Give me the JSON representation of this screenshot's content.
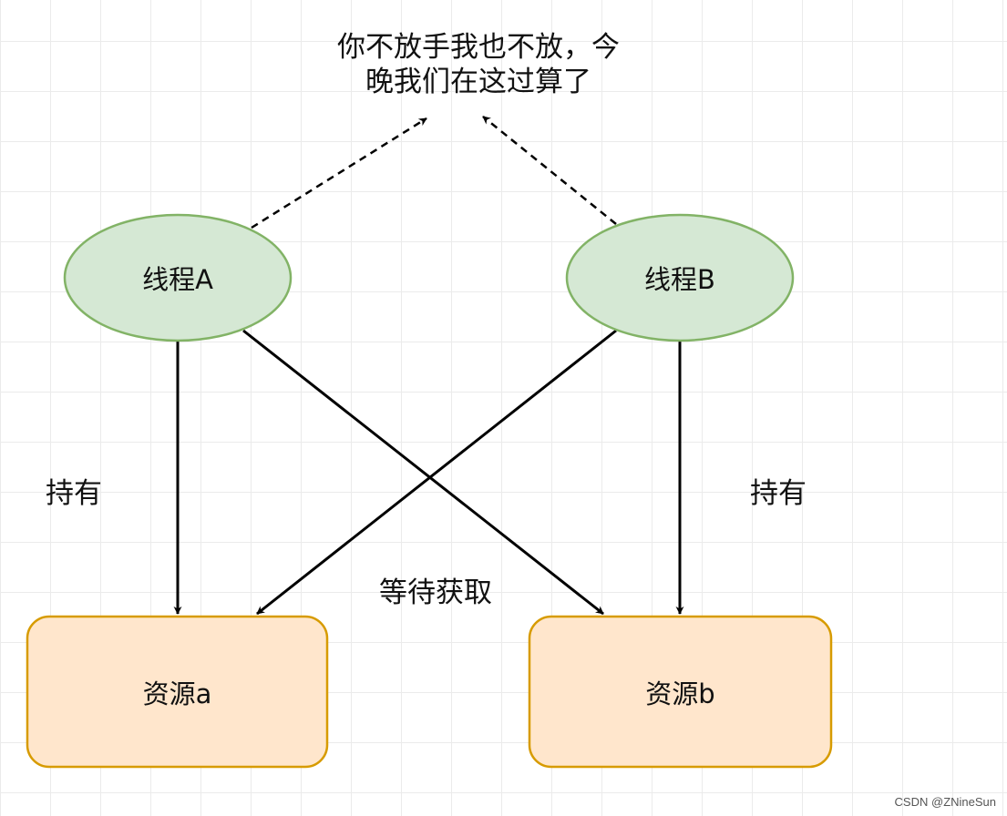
{
  "notes": {
    "deadlock_line1": "你不放手我也不放，今",
    "deadlock_line2": "晚我们在这过算了"
  },
  "nodes": {
    "thread_a": "线程A",
    "thread_b": "线程B",
    "resource_a": "资源a",
    "resource_b": "资源b"
  },
  "edge_labels": {
    "hold_left": "持有",
    "hold_right": "持有",
    "waiting": "等待获取"
  },
  "watermark": "CSDN @ZNineSun",
  "colors": {
    "thread_fill": "#d5e8d4",
    "thread_stroke": "#82b366",
    "resource_fill": "#ffe6cc",
    "resource_stroke": "#d79b00",
    "arrow": "#000000",
    "grid": "#ebebeb"
  }
}
